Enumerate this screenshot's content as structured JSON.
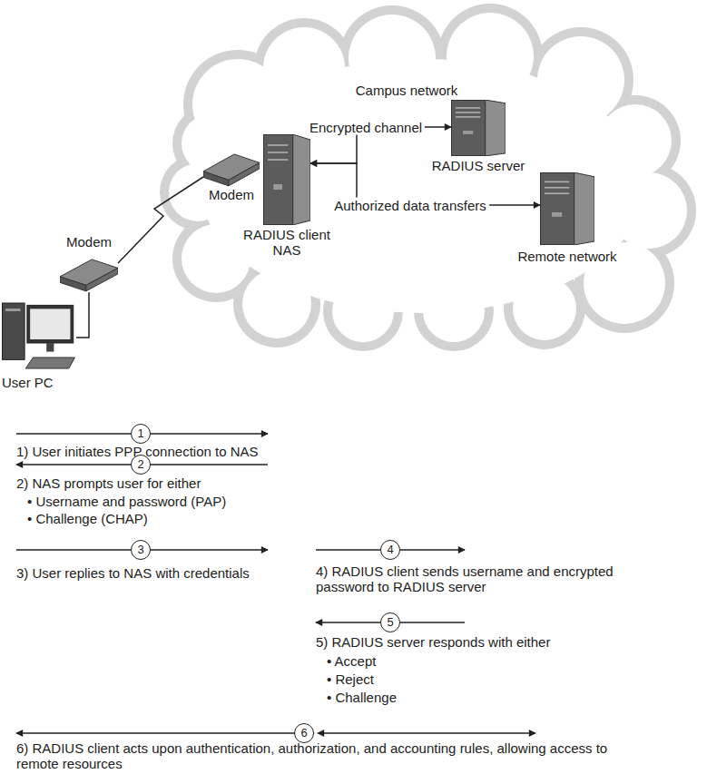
{
  "diagram": {
    "nodes": [
      {
        "text": [
          "User PC"
        ]
      },
      {
        "text": [
          "Modem"
        ]
      },
      {
        "text": [
          "Modem"
        ]
      },
      {
        "text": [
          "RADIUS client NAS"
        ]
      },
      {
        "text": [
          "Campus network",
          "RADIUS server"
        ]
      },
      {
        "text": [
          "Remote network"
        ]
      },
      {
        "text": [
          "1"
        ]
      },
      {
        "text": [
          "2"
        ]
      },
      {
        "text": [
          "3"
        ]
      },
      {
        "text": [
          "4"
        ]
      },
      {
        "text": [
          "5"
        ]
      },
      {
        "text": [
          "6"
        ]
      }
    ],
    "edges": [
      {
        "from": 0,
        "to": 1,
        "arrow": "none"
      },
      {
        "from": 1,
        "to": 2,
        "arrow": "none"
      },
      {
        "from": 3,
        "to": 4,
        "label": "Encrypted channel",
        "arrow": "both"
      },
      {
        "from": 3,
        "to": 5,
        "label": "Authorized data transfers",
        "arrow": "both"
      }
    ],
    "labels": [
      "1) User initiates PPP connection to NAS",
      "2) NAS prompts user for either",
      "• Username and password (PAP)",
      "• Challenge (CHAP)",
      "3) User replies to NAS with credentials",
      "4) RADIUS client sends username and encrypted password to RADIUS server",
      "5) RADIUS server responds with either",
      "• Accept",
      "• Reject",
      "• Challenge",
      "6) RADIUS client acts upon authentication, authorization, and accounting rules, allowing access to remote resources"
    ]
  }
}
